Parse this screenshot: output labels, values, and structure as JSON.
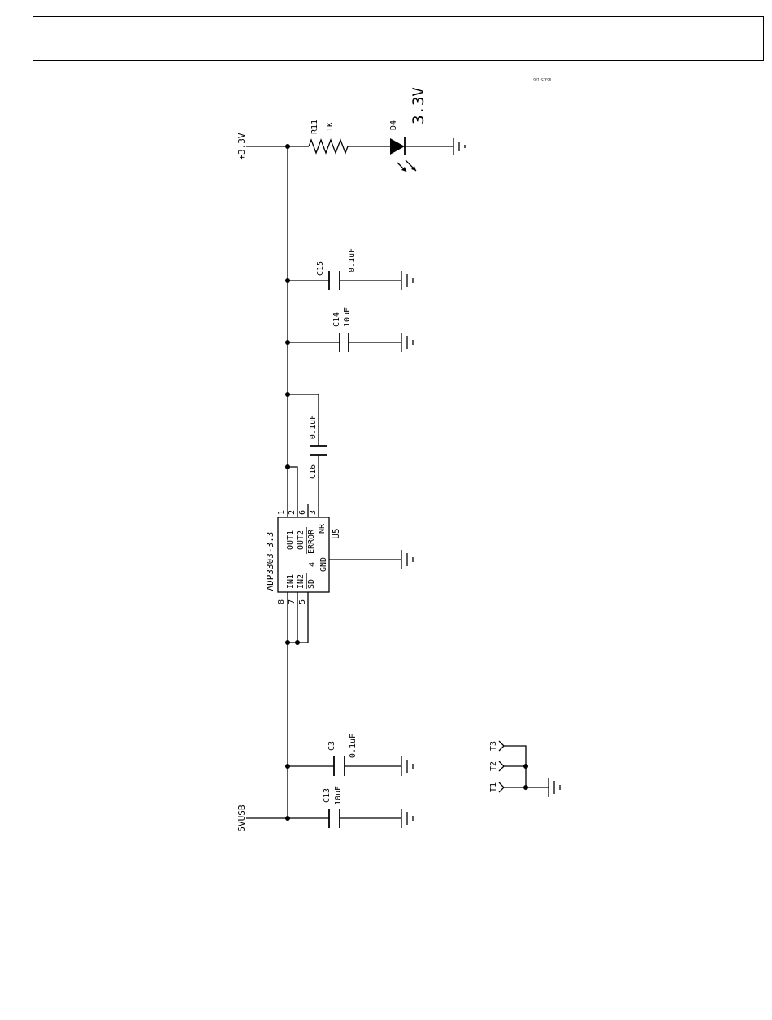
{
  "figure_id": "05325-146",
  "power_nets": {
    "v33": "+3.3V",
    "v5": "5VUSB"
  },
  "regulator": {
    "ref": "U5",
    "part": "ADP3303-3.3",
    "pins": {
      "out1": "OUT1",
      "out2": "OUT2",
      "error": "ERROR",
      "nr": "NR",
      "gnd": "GND",
      "in1": "IN1",
      "in2": "IN2",
      "sd": "SD",
      "n1": "1",
      "n2": "2",
      "n6": "6",
      "n3": "3",
      "n4": "4",
      "n8": "8",
      "n7": "7",
      "n5": "5"
    }
  },
  "resistor": {
    "ref": "R11",
    "value": "1K"
  },
  "led": {
    "ref": "D4",
    "label": "3.3V"
  },
  "capacitors": {
    "c15": {
      "ref": "C15",
      "value": "0.1uF"
    },
    "c14": {
      "ref": "C14",
      "value": "10uF"
    },
    "c16": {
      "ref": "C16",
      "value": "0.1uF"
    },
    "c3": {
      "ref": "C3",
      "value": "0.1uF"
    },
    "c13": {
      "ref": "C13",
      "value": "10uF"
    }
  },
  "test_points": {
    "t1": "T1",
    "t2": "T2",
    "t3": "T3"
  }
}
